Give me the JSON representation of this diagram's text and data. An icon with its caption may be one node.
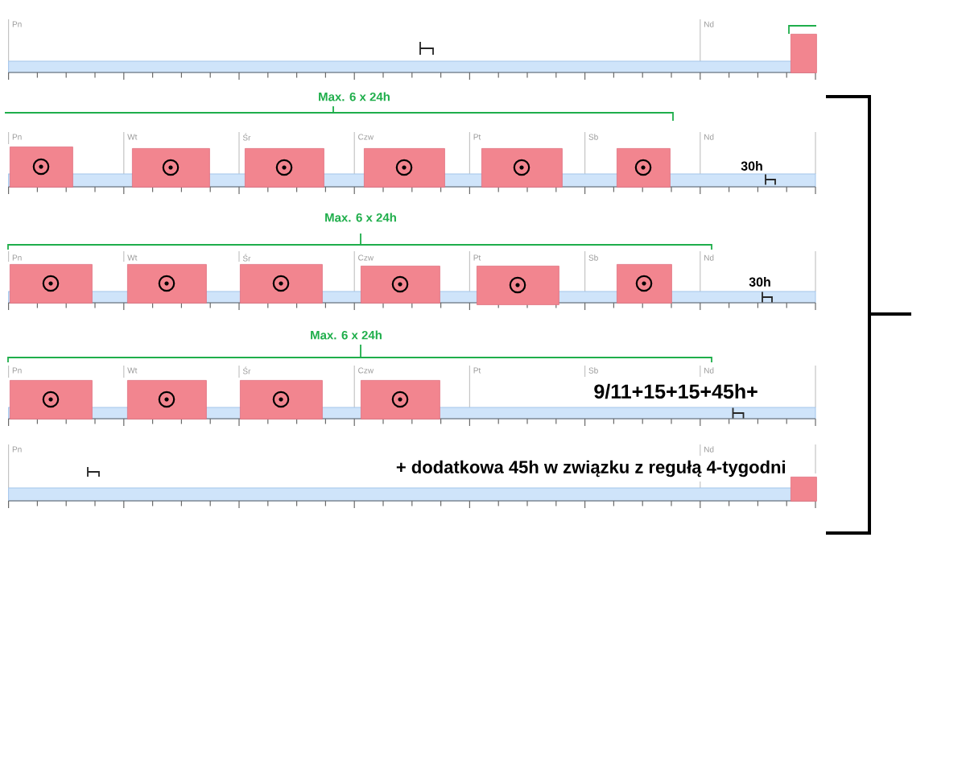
{
  "diagram": {
    "nodes": [
      {
        "text": [],
        "shape": "box"
      },
      {
        "text": [],
        "shape": "box"
      },
      {
        "text": [],
        "shape": "box"
      },
      {
        "text": [],
        "shape": "box"
      },
      {
        "text": [],
        "shape": "box"
      },
      {
        "text": [],
        "shape": "box"
      },
      {
        "text": [],
        "shape": "box"
      },
      {
        "text": [],
        "shape": "box"
      },
      {
        "text": [],
        "shape": "box"
      },
      {
        "text": [],
        "shape": "box"
      },
      {
        "text": [],
        "shape": "box"
      },
      {
        "text": [],
        "shape": "box"
      },
      {
        "text": [],
        "shape": "box"
      },
      {
        "text": [],
        "shape": "box"
      },
      {
        "text": [],
        "shape": "box"
      },
      {
        "text": [],
        "shape": "box"
      },
      {
        "text": [],
        "shape": "box"
      },
      {
        "text": [],
        "shape": "box"
      }
    ],
    "labels": [
      "Pn",
      "Nd",
      "Max. 6 x 24h",
      "Pn",
      "Wt",
      "Śr",
      "Czw",
      "Pt",
      "Sb",
      "Nd",
      "30h",
      "Max. 6 x 24h",
      "Pn",
      "Wt",
      "Śr",
      "Czw",
      "Pt",
      "Sb",
      "Nd",
      "30h",
      "Max. 6 x 24h",
      "Pn",
      "Wt",
      "Śr",
      "Czw",
      "Pt",
      "Sb",
      "Nd",
      "9/11+15+15+45h+",
      "Pn",
      "Nd",
      "+ dodatkowa 45h w związku z regułą 4-tygodni"
    ]
  }
}
